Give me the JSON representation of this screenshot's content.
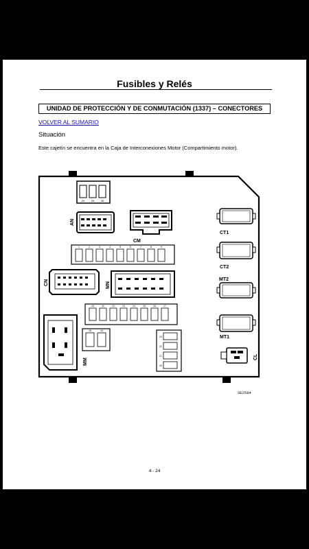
{
  "title": "Fusibles y Relés",
  "section_title": "UNIDAD DE PROTECCIÓN Y DE CONMUTACIÓN (1337) – CONECTORES",
  "link_text": "VOLVER AL SUMARIO",
  "situacion_label": "Situación",
  "description": "Este cajetín se encuentra en la Caja de Interconexiones Motor (Compartimiento motor).",
  "connectors": {
    "an": "AN",
    "cm": "CM",
    "cn": "CN",
    "mn": "MN",
    "mm": "MM",
    "ct1": "CT1",
    "ct2": "CT2",
    "mt2": "MT2",
    "mt1": "MT1",
    "cl": "CL"
  },
  "fuse_top": [
    "24",
    "25",
    "26"
  ],
  "fuse_row1": [
    "1",
    "2",
    "3",
    "4",
    "5",
    "6",
    "7",
    "8",
    "9"
  ],
  "fuse_row2": [
    "10",
    "11",
    "12",
    "13",
    "14",
    "15",
    "16",
    "17"
  ],
  "fuse_small": [
    "18",
    "19"
  ],
  "fuse_side": [
    "23",
    "22",
    "21",
    "20"
  ],
  "diagram_code": "SE2584",
  "page_number": "4 - 24"
}
